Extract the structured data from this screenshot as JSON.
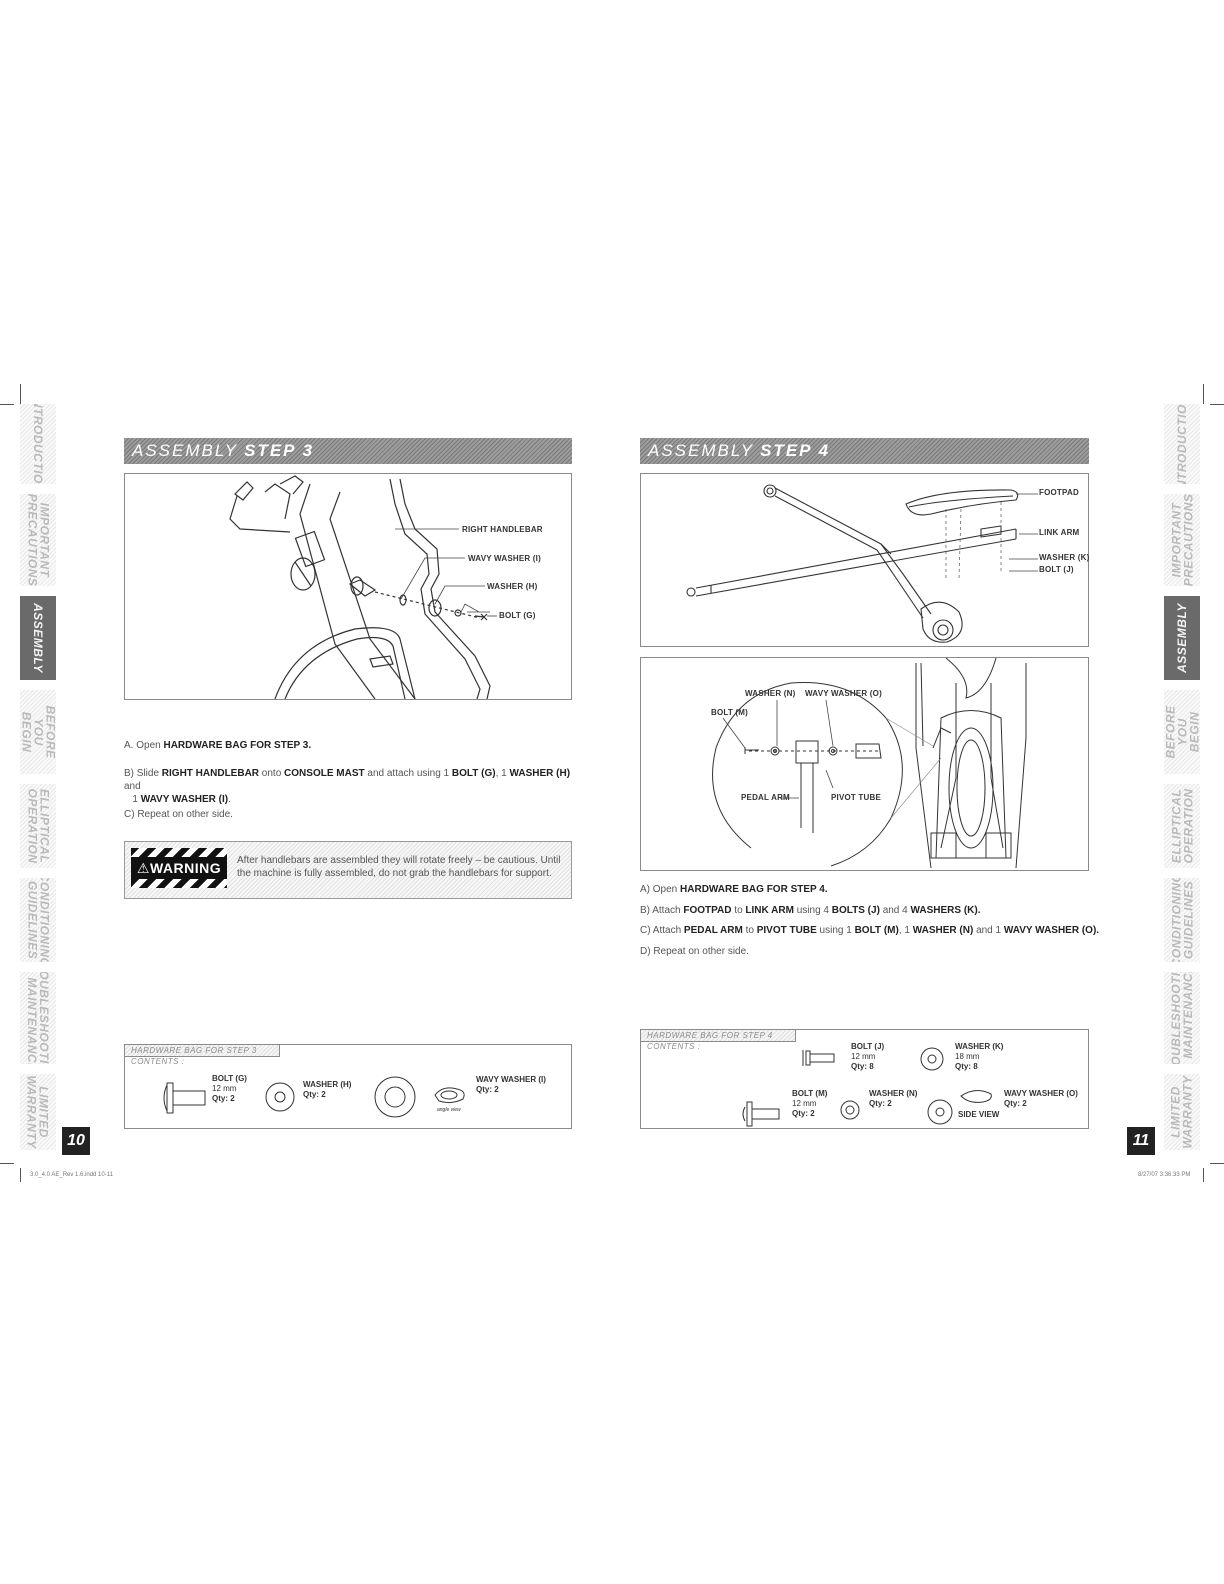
{
  "side_tabs": {
    "left": [
      {
        "label": "INTRODUCTION",
        "active": false
      },
      {
        "label": "IMPORTANT\nPRECAUTIONS",
        "active": false
      },
      {
        "label": "ASSEMBLY",
        "active": true
      },
      {
        "label": "BEFORE\nYOU BEGIN",
        "active": false
      },
      {
        "label": "ELLIPTICAL\nOPERATION",
        "active": false
      },
      {
        "label": "CONDITIONING\nGUIDELINES",
        "active": false
      },
      {
        "label": "TROUBLESHOOTING\n& MAINTENANCE",
        "active": false
      },
      {
        "label": "LIMITED\nWARRANTY",
        "active": false
      }
    ],
    "right": [
      {
        "label": "INTRODUCTION",
        "active": false
      },
      {
        "label": "IMPORTANT\nPRECAUTIONS",
        "active": false
      },
      {
        "label": "ASSEMBLY",
        "active": true
      },
      {
        "label": "BEFORE\nYOU BEGIN",
        "active": false
      },
      {
        "label": "ELLIPTICAL\nOPERATION",
        "active": false
      },
      {
        "label": "CONDITIONING\nGUIDELINES",
        "active": false
      },
      {
        "label": "TROUBLESHOOTING\n& MAINTENANCE",
        "active": false
      },
      {
        "label": "LIMITED\nWARRANTY",
        "active": false
      }
    ]
  },
  "step3": {
    "header_prefix": "ASSEMBLY",
    "header_step": "STEP 3",
    "diagram_labels": {
      "right_handlebar": "RIGHT HANDLEBAR",
      "wavy_washer": "WAVY WASHER (I)",
      "washer": "WASHER (H)",
      "bolt": "BOLT (G)"
    },
    "instructions": {
      "a_prefix": "A. Open",
      "a_bold": "HARDWARE BAG FOR STEP 3.",
      "b_prefix": "B) Slide",
      "b_bold1": "RIGHT HANDLEBAR",
      "b_mid1": "onto",
      "b_bold2": "CONSOLE MAST",
      "b_mid2": "and attach using 1",
      "b_bold3": "BOLT (G)",
      "b_mid3": ", 1",
      "b_bold4": "WASHER (H)",
      "b_mid4": "and",
      "b_line2_prefix": "1",
      "b_bold5": "WAVY WASHER (I)",
      "b_end": ".",
      "c": "C) Repeat on other side."
    },
    "warning": {
      "sign_word": "WARNING",
      "text": "After handlebars are assembled they will rotate freely – be cautious. Until the machine is fully assembled, do not grab the handlebars for support."
    },
    "hardware": {
      "title": "HARDWARE BAG FOR STEP 3 CONTENTS :",
      "bolt": {
        "name": "BOLT (G)",
        "size": "12 mm",
        "qty": "Qty: 2"
      },
      "washer": {
        "name": "WASHER (H)",
        "qty": "Qty: 2"
      },
      "wavy": {
        "name": "WAVY WASHER (I)",
        "qty": "Qty: 2",
        "note": "angle view"
      }
    }
  },
  "step4": {
    "header_prefix": "ASSEMBLY",
    "header_step": "STEP 4",
    "diagram_labels": {
      "footpad": "FOOTPAD",
      "link_arm": "LINK ARM",
      "washer_k": "WASHER (K)",
      "bolt_j": "BOLT (J)"
    },
    "detail_labels": {
      "washer_n": "WASHER (N)",
      "wavy_washer_o": "WAVY WASHER (O)",
      "bolt_m": "BOLT (M)",
      "pedal_arm": "PEDAL ARM",
      "pivot_tube": "PIVOT TUBE"
    },
    "instructions": {
      "a_prefix": "A) Open",
      "a_bold": "HARDWARE BAG FOR STEP 4.",
      "b_prefix": "B) Attach",
      "b_bold1": "FOOTPAD",
      "b_mid1": "to",
      "b_bold2": "LINK ARM",
      "b_mid2": "using 4",
      "b_bold3": "BOLTS (J)",
      "b_mid3": "and 4",
      "b_bold4": "WASHERS (K).",
      "c_prefix": "C) Attach",
      "c_bold1": "PEDAL ARM",
      "c_mid1": "to",
      "c_bold2": "PIVOT TUBE",
      "c_mid2": "using 1",
      "c_bold3": "BOLT (M)",
      "c_mid3": ", 1",
      "c_bold4": "WASHER (N)",
      "c_mid4": "and 1",
      "c_bold5": "WAVY WASHER (O).",
      "d": "D) Repeat on other side."
    },
    "hardware": {
      "title": "HARDWARE BAG FOR STEP 4 CONTENTS :",
      "bolt_j": {
        "name": "BOLT (J)",
        "size": "12 mm",
        "qty": "Qty: 8"
      },
      "washer_k": {
        "name": "WASHER (K)",
        "size": "18 mm",
        "qty": "Qty: 8"
      },
      "bolt_m": {
        "name": "BOLT (M)",
        "size": "12 mm",
        "qty": "Qty: 2"
      },
      "washer_n": {
        "name": "WASHER (N)",
        "qty": "Qty: 2"
      },
      "wavy_o": {
        "name": "WAVY WASHER (O)",
        "qty": "Qty: 2",
        "note": "SIDE VIEW"
      }
    }
  },
  "page_numbers": {
    "left": "10",
    "right": "11"
  },
  "footer": {
    "left": "3.0_4.0 AE_Rev 1.6.indd   10-11",
    "right": "8/27/07   3:36:33 PM"
  }
}
